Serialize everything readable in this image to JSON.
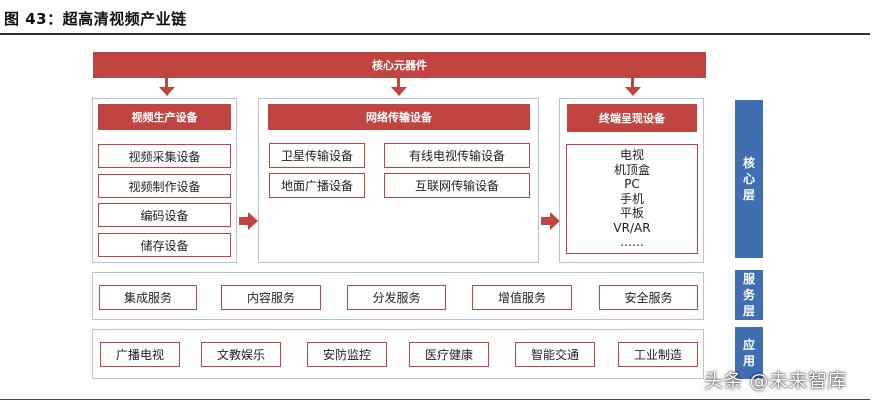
{
  "figure_title": "图 43：超高清视频产业链",
  "top_bar": {
    "label": "核心元器件"
  },
  "columns": {
    "production": {
      "header": "视频生产设备",
      "items": [
        "视频采集设备",
        "视频制作设备",
        "编码设备",
        "储存设备"
      ]
    },
    "transmission": {
      "header": "网络传输设备",
      "items": [
        "卫星传输设备",
        "有线电视传输设备",
        "地面广播设备",
        "互联网传输设备"
      ]
    },
    "terminal": {
      "header": "终端呈现设备",
      "items": [
        "电视",
        "机顶盒",
        "PC",
        "手机",
        "平板",
        "VR/AR",
        "……"
      ]
    }
  },
  "services_row": [
    "集成服务",
    "内容服务",
    "分发服务",
    "增值服务",
    "安全服务"
  ],
  "applications_row": [
    "广播电视",
    "文教娱乐",
    "安防监控",
    "医疗健康",
    "智能交通",
    "工业制造"
  ],
  "layers": {
    "core": [
      "核",
      "心",
      "层"
    ],
    "service": [
      "服",
      "务",
      "层"
    ],
    "application": [
      "应",
      "用"
    ]
  },
  "watermark": "头条 @未来智库",
  "colors": {
    "accent_red": "#c0443f",
    "layer_blue": "#3f6fb0",
    "panel_border": "#b9c3d3"
  }
}
